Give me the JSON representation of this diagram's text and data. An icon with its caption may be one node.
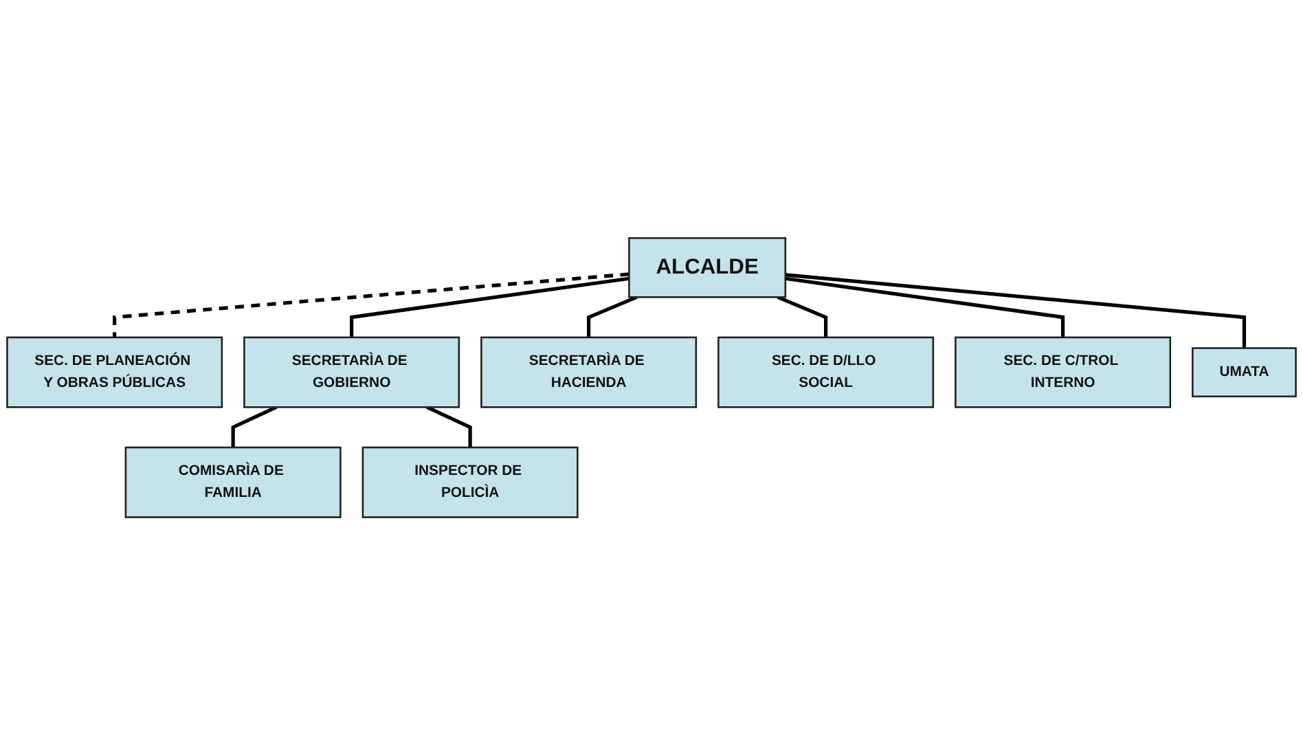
{
  "diagram": {
    "nodes": [
      {
        "text": [
          "ALCALDE"
        ]
      },
      {
        "text": [
          "SEC. DE PLANEACIÓN Y OBRAS PÚBLICAS"
        ]
      },
      {
        "text": [
          "SECRETARÌA DE GOBIERNO"
        ]
      },
      {
        "text": [
          "SECRETARÌA DE HACIENDA"
        ]
      },
      {
        "text": [
          "SEC. DE D/LLO SOCIAL"
        ]
      },
      {
        "text": [
          "SEC. DE C/TROL INTERNO"
        ]
      },
      {
        "text": [
          "UMATA"
        ]
      },
      {
        "text": [
          "COMISARÌA DE FAMILIA"
        ]
      },
      {
        "text": [
          "INSPECTOR DE POLICÌA"
        ]
      }
    ],
    "edges": [
      {
        "from": 0,
        "to": 1,
        "arrow": "none",
        "style": "dashed"
      },
      {
        "from": 0,
        "to": 2,
        "arrow": "none"
      },
      {
        "from": 0,
        "to": 3,
        "arrow": "none"
      },
      {
        "from": 0,
        "to": 4,
        "arrow": "none"
      },
      {
        "from": 0,
        "to": 5,
        "arrow": "none"
      },
      {
        "from": 0,
        "to": 6,
        "arrow": "none"
      },
      {
        "from": 2,
        "to": 7,
        "arrow": "none"
      },
      {
        "from": 2,
        "to": 8,
        "arrow": "none"
      }
    ]
  }
}
